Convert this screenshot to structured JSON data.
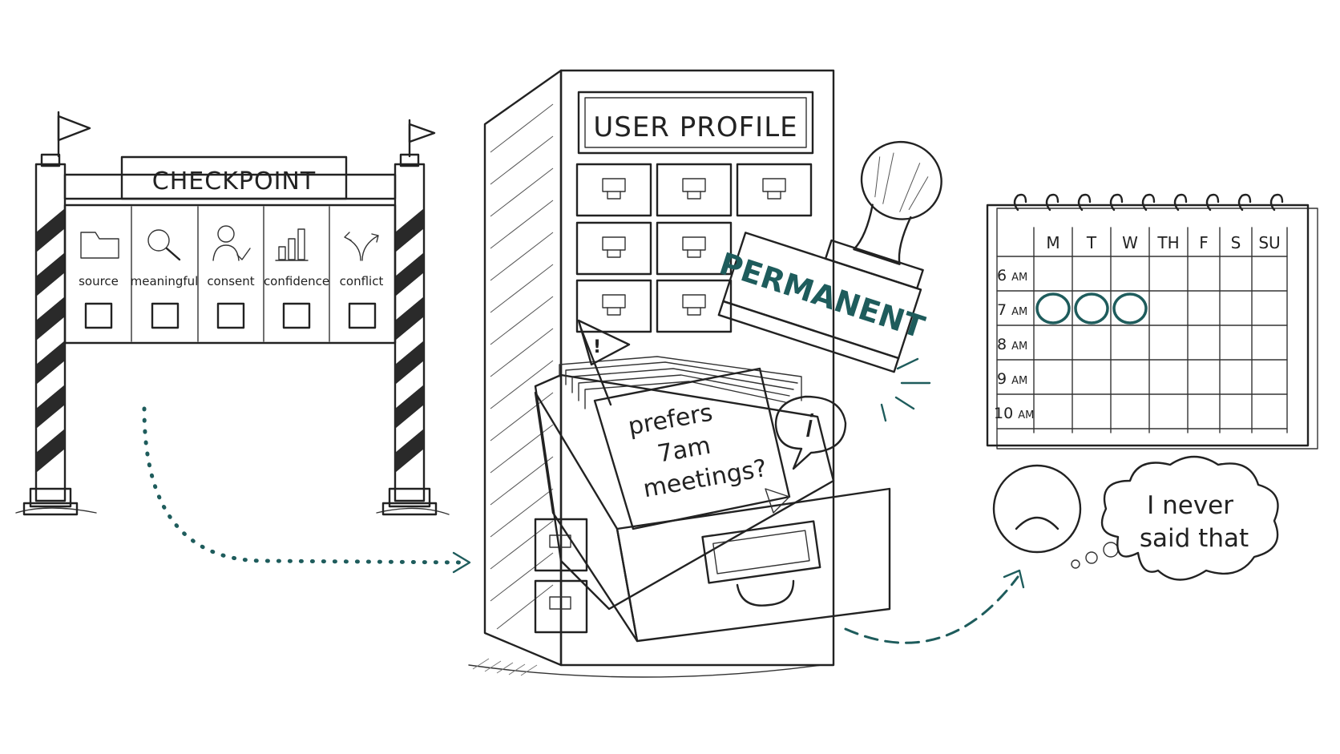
{
  "checkpoint": {
    "title": "CHECKPOINT",
    "criteria": [
      {
        "label": "source",
        "icon": "folder-icon"
      },
      {
        "label": "meaningful",
        "icon": "magnifier-icon"
      },
      {
        "label": "consent",
        "icon": "person-check-icon"
      },
      {
        "label": "confidence",
        "icon": "bar-chart-icon"
      },
      {
        "label": "conflict",
        "icon": "split-arrows-icon"
      }
    ]
  },
  "profile": {
    "title": "USER PROFILE",
    "note": [
      "prefers",
      "7am",
      "meetings?"
    ],
    "info_bubble": "i",
    "warning_flag": "!"
  },
  "stamp": {
    "text": "PERMANENT"
  },
  "calendar": {
    "days": [
      "M",
      "T",
      "W",
      "TH",
      "F",
      "S",
      "SU"
    ],
    "times": [
      {
        "hour": "6",
        "suffix": "AM"
      },
      {
        "hour": "7",
        "suffix": "AM"
      },
      {
        "hour": "8",
        "suffix": "AM"
      },
      {
        "hour": "9",
        "suffix": "AM"
      },
      {
        "hour": "10",
        "suffix": "AM"
      }
    ],
    "circled_days": [
      "M",
      "T",
      "W"
    ],
    "circled_time": "7 AM"
  },
  "reaction": {
    "thought": [
      "I never",
      "said that"
    ],
    "face": "frown-face-icon"
  },
  "colors": {
    "ink": "#222222",
    "accent": "#1e5c5c",
    "note": "#f6dc8a",
    "flag": "#f2d770"
  }
}
